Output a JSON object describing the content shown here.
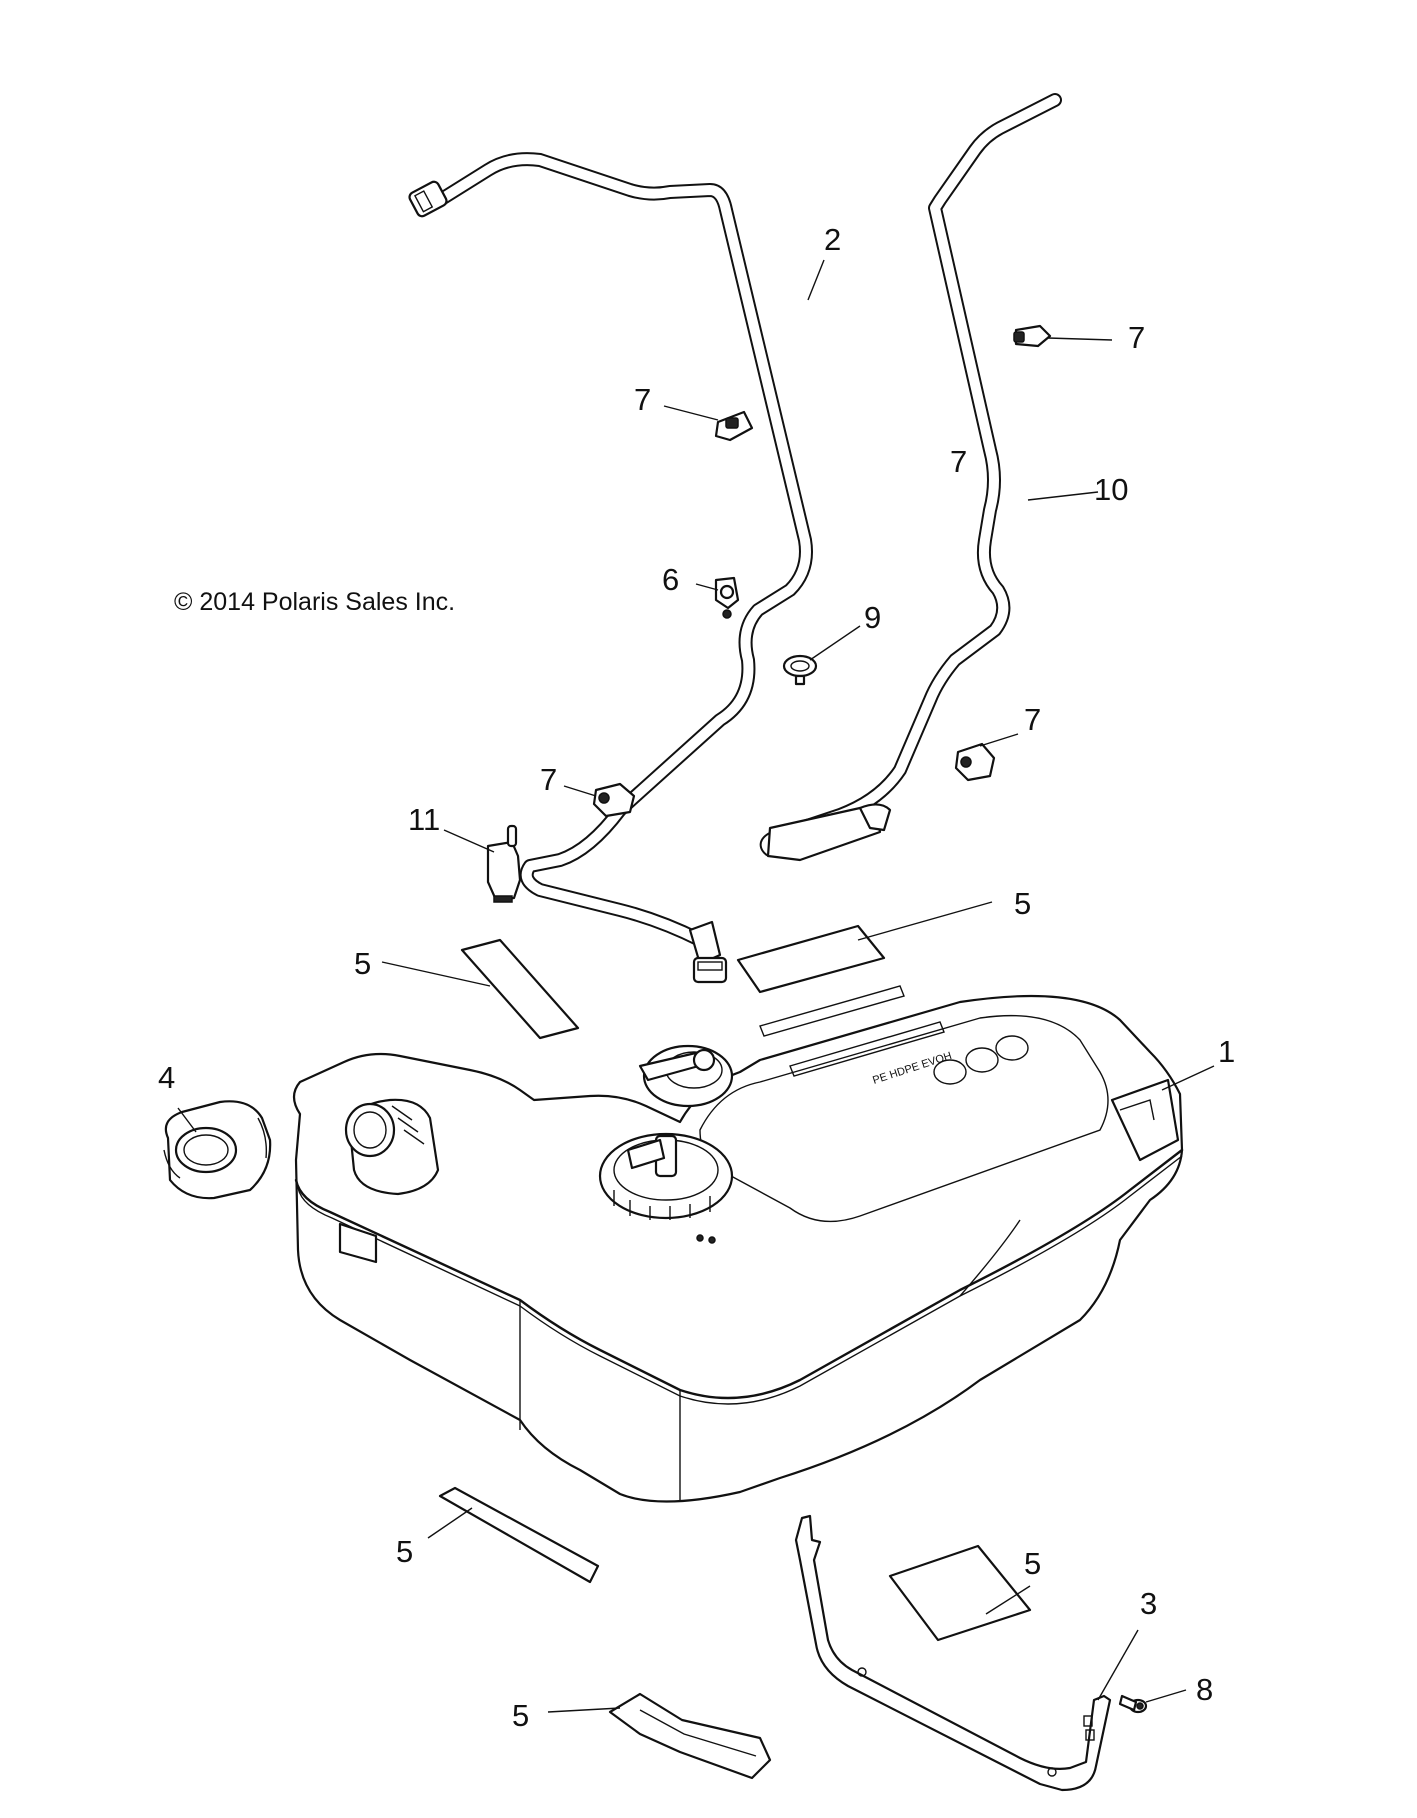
{
  "copyright": "© 2014 Polaris Sales Inc.",
  "tank_label_text": "PE HDPE EVOH",
  "callouts": {
    "c1": "1",
    "c2": "2",
    "c3": "3",
    "c4": "4",
    "c5a": "5",
    "c5b": "5",
    "c5c": "5",
    "c5d": "5",
    "c5e": "5",
    "c6": "6",
    "c7a": "7",
    "c7b": "7",
    "c7c": "7",
    "c7d": "7",
    "c7e": "7",
    "c8": "8",
    "c9": "9",
    "c10": "10",
    "c11": "11"
  }
}
